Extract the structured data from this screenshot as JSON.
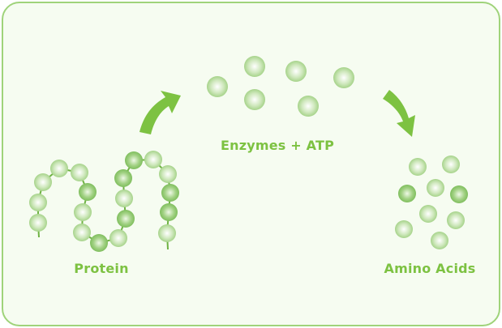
{
  "labels": {
    "protein": "Protein",
    "enzymes": "Enzymes + ATP",
    "amino_acids": "Amino Acids"
  },
  "colors": {
    "accent": "#7dc242",
    "border": "#9fd37a",
    "background": "#f6fcf1"
  }
}
